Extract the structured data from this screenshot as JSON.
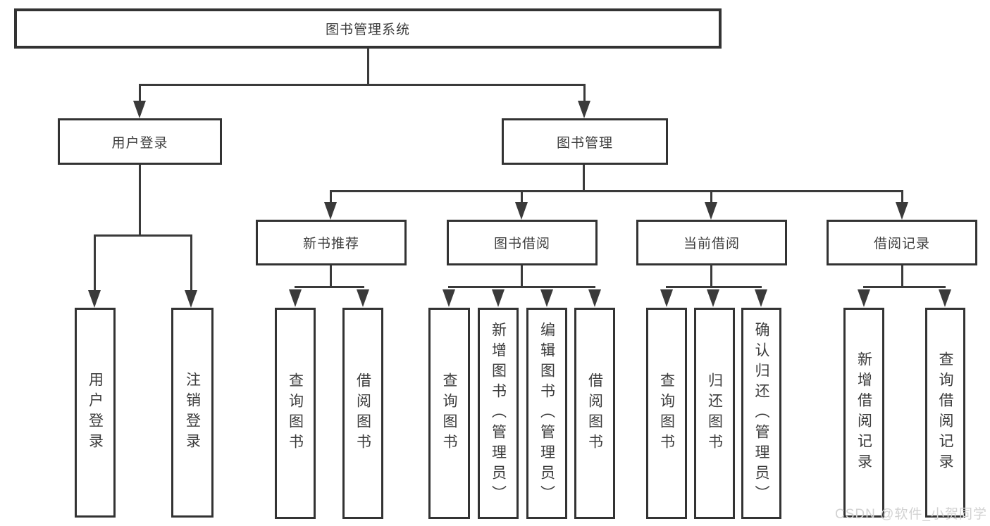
{
  "diagram": {
    "root": "图书管理系统",
    "level2": {
      "user_login": "用户登录",
      "book_mgmt": "图书管理"
    },
    "level3": {
      "new_book": "新书推荐",
      "book_borrow": "图书借阅",
      "current_borrow": "当前借阅",
      "borrow_record": "借阅记录"
    },
    "leaves": {
      "user_login": [
        "用户登录",
        "注销登录"
      ],
      "new_book": [
        "查询图书",
        "借阅图书"
      ],
      "book_borrow": [
        "查询图书",
        "新增图书（管理员）",
        "编辑图书（管理员）",
        "借阅图书"
      ],
      "current_borrow": [
        "查询图书",
        "归还图书",
        "确认归还（管理员）"
      ],
      "borrow_record": [
        "新增借阅记录",
        "查询借阅记录"
      ]
    },
    "colors": {
      "line": "#3a3a3a",
      "border": "#333333",
      "text": "#3c3c3c",
      "watermark": "#d2d2d2"
    }
  },
  "watermark": {
    "text": "CSDN @软件_小贺同学"
  }
}
